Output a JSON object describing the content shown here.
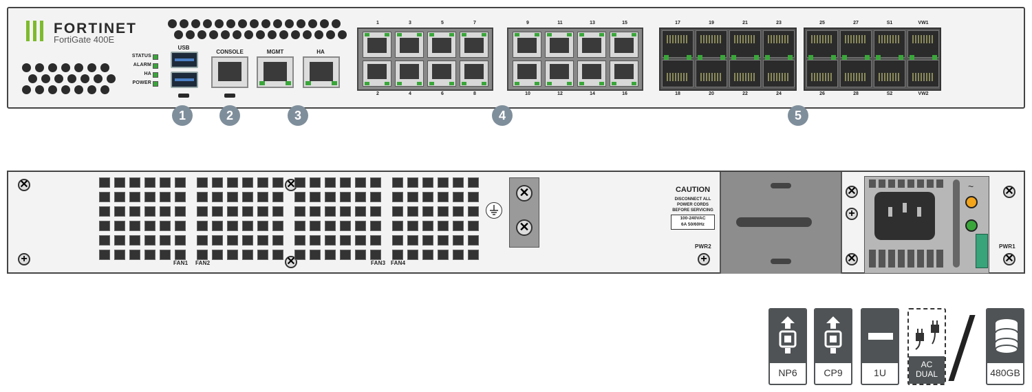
{
  "brand": {
    "logo_text": "FORTINET",
    "model": "FortiGate 400E"
  },
  "front": {
    "led_labels": [
      "STATUS",
      "ALARM",
      "HA",
      "POWER"
    ],
    "usb_label": "USB",
    "console_label": "CONSOLE",
    "mgmt_label": "MGMT",
    "ha_label": "HA",
    "rj45_group_a": {
      "top": [
        "1",
        "3",
        "5",
        "7"
      ],
      "bottom": [
        "2",
        "4",
        "6",
        "8"
      ]
    },
    "rj45_group_b": {
      "top": [
        "9",
        "11",
        "13",
        "15"
      ],
      "bottom": [
        "10",
        "12",
        "14",
        "16"
      ]
    },
    "sfp_group_a": {
      "top": [
        "17",
        "19",
        "21",
        "23"
      ],
      "bottom": [
        "18",
        "20",
        "22",
        "24"
      ]
    },
    "sfp_group_b": {
      "top": [
        "25",
        "27",
        "S1",
        "VW1"
      ],
      "bottom": [
        "26",
        "28",
        "S2",
        "VW2"
      ]
    }
  },
  "callouts": [
    "1",
    "2",
    "3",
    "4",
    "5"
  ],
  "rear": {
    "fans": [
      "FAN1",
      "FAN2",
      "FAN3",
      "FAN4"
    ],
    "caution_title": "CAUTION",
    "caution_lines": [
      "DISCONNECT ALL",
      "POWER CORDS",
      "BEFORE SERVICING"
    ],
    "rating_lines": [
      "100-240VAC",
      "6A 50/60Hz"
    ],
    "pwr2": "PWR2",
    "pwr1": "PWR1"
  },
  "badges": [
    {
      "label": "NP6",
      "icon": "np-chip-icon"
    },
    {
      "label": "CP9",
      "icon": "cp-chip-icon"
    },
    {
      "label": "1U",
      "icon": "rack-unit-icon"
    },
    {
      "label_line1": "AC",
      "label_line2": "DUAL",
      "icon": "dual-ac-plug-icon"
    },
    {
      "label": "480GB",
      "icon": "storage-database-icon"
    }
  ],
  "colors": {
    "led_green": "#3aa63a",
    "callout": "#7f8e9b",
    "badge_dark": "#4f5355",
    "logo_green": "#7dbb2d"
  }
}
